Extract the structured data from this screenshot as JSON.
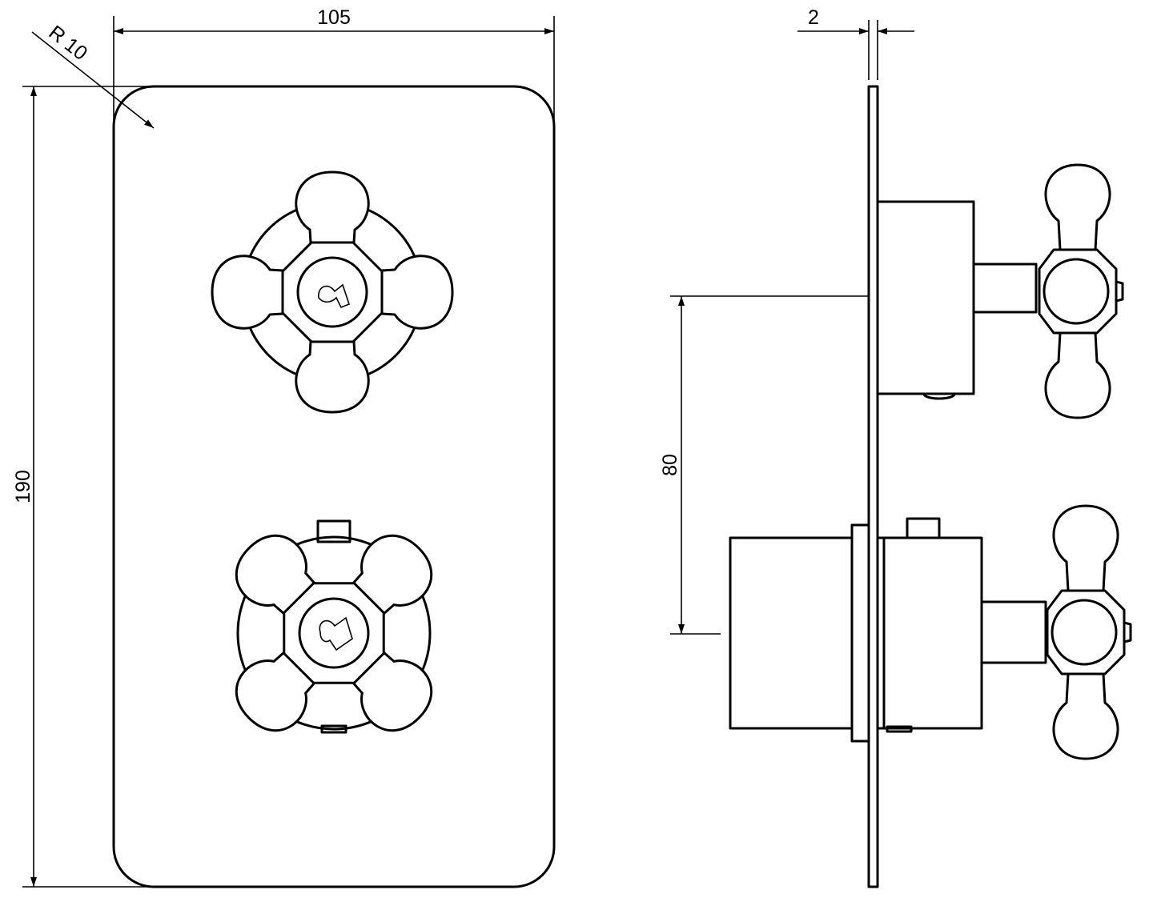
{
  "drawing": {
    "front_view": {
      "width_label": "105",
      "height_label": "190",
      "corner_radius_label": "R 10"
    },
    "side_view": {
      "plate_thickness_label": "2",
      "handle_spacing_label": "80"
    }
  }
}
